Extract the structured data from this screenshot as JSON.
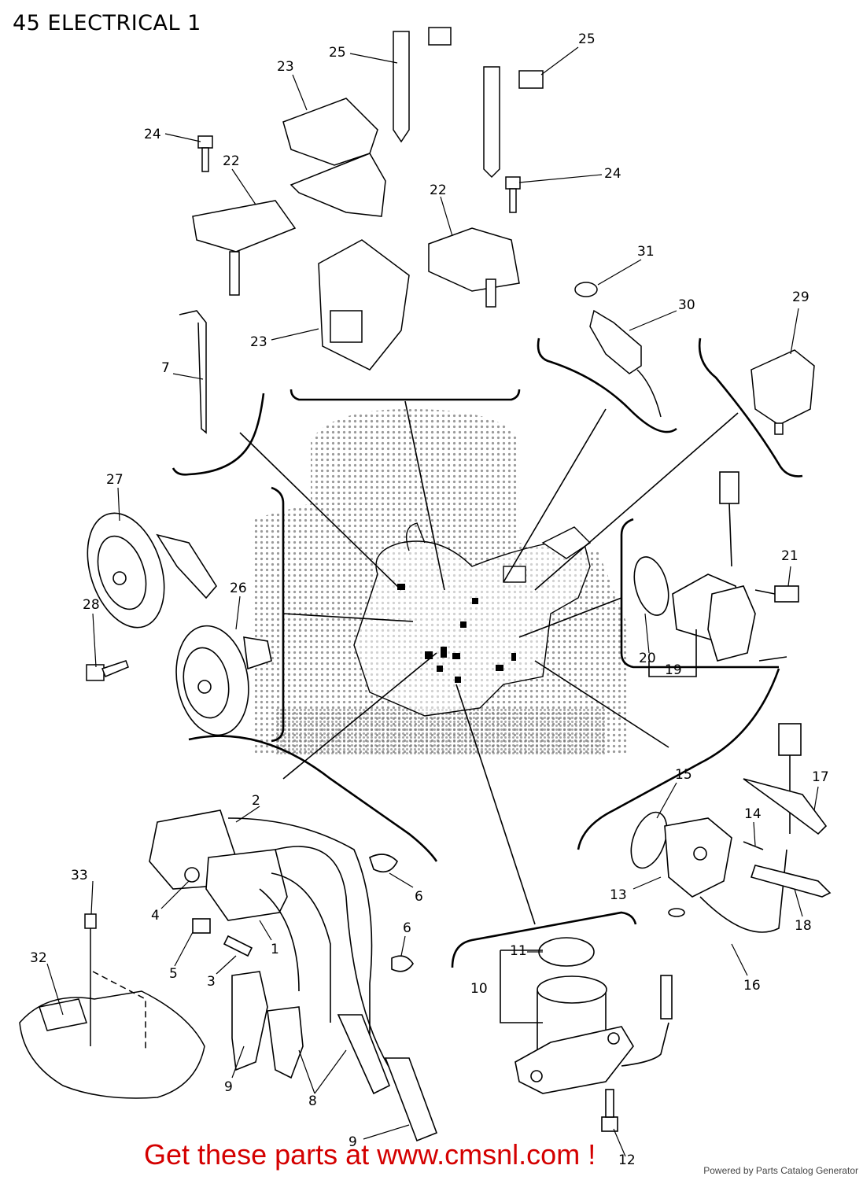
{
  "page": {
    "title": "45 ELECTRICAL 1",
    "promo": "Get these parts at www.cmsnl.com !",
    "powered_by": "Powered by Parts Catalog Generator"
  },
  "callouts": [
    {
      "id": "c25a",
      "label": "25"
    },
    {
      "id": "c25b",
      "label": "25"
    },
    {
      "id": "c23a",
      "label": "23"
    },
    {
      "id": "c23b",
      "label": "23"
    },
    {
      "id": "c24a",
      "label": "24"
    },
    {
      "id": "c24b",
      "label": "24"
    },
    {
      "id": "c22a",
      "label": "22"
    },
    {
      "id": "c22b",
      "label": "22"
    },
    {
      "id": "c31",
      "label": "31"
    },
    {
      "id": "c30",
      "label": "30"
    },
    {
      "id": "c29",
      "label": "29"
    },
    {
      "id": "c7",
      "label": "7"
    },
    {
      "id": "c27",
      "label": "27"
    },
    {
      "id": "c26",
      "label": "26"
    },
    {
      "id": "c28",
      "label": "28"
    },
    {
      "id": "c21",
      "label": "21"
    },
    {
      "id": "c20",
      "label": "20"
    },
    {
      "id": "c19",
      "label": "19"
    },
    {
      "id": "c2",
      "label": "2"
    },
    {
      "id": "c15",
      "label": "15"
    },
    {
      "id": "c17",
      "label": "17"
    },
    {
      "id": "c14",
      "label": "14"
    },
    {
      "id": "c33",
      "label": "33"
    },
    {
      "id": "c6a",
      "label": "6"
    },
    {
      "id": "c6b",
      "label": "6"
    },
    {
      "id": "c4",
      "label": "4"
    },
    {
      "id": "c13",
      "label": "13"
    },
    {
      "id": "c18",
      "label": "18"
    },
    {
      "id": "c1",
      "label": "1"
    },
    {
      "id": "c5",
      "label": "5"
    },
    {
      "id": "c3",
      "label": "3"
    },
    {
      "id": "c32",
      "label": "32"
    },
    {
      "id": "c11",
      "label": "11"
    },
    {
      "id": "c10",
      "label": "10"
    },
    {
      "id": "c16",
      "label": "16"
    },
    {
      "id": "c9a",
      "label": "9"
    },
    {
      "id": "c9b",
      "label": "9"
    },
    {
      "id": "c8",
      "label": "8"
    },
    {
      "id": "c12",
      "label": "12"
    }
  ]
}
